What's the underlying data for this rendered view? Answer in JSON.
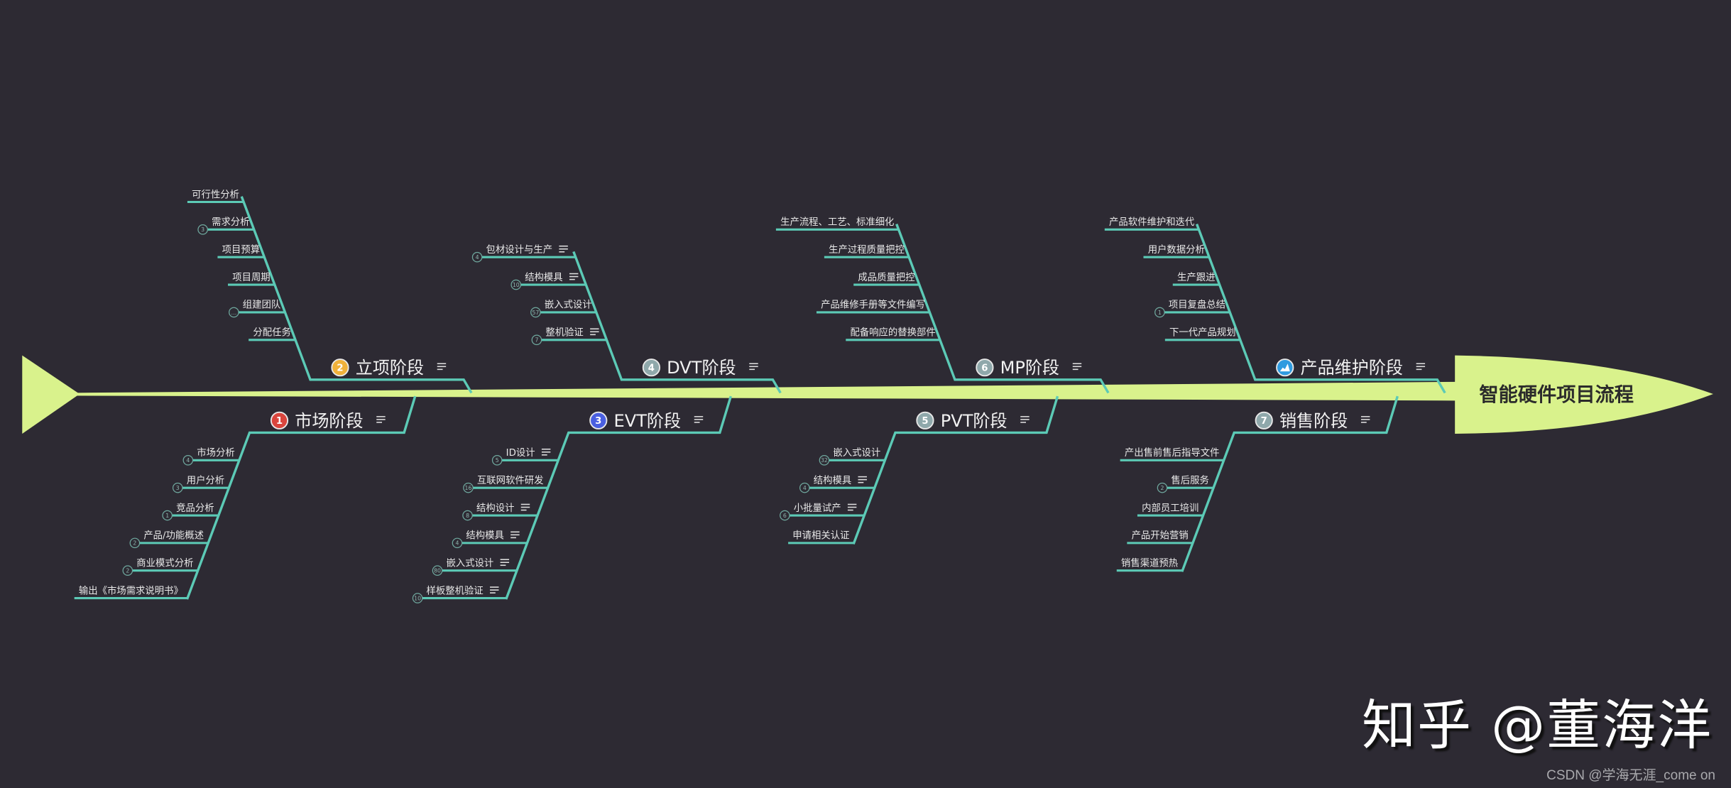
{
  "title": "智能硬件项目流程",
  "colors": {
    "background": "#2d2a33",
    "bone": "#5ccab6",
    "spine": "#d9f28c",
    "text": "#e8e8e8"
  },
  "branches": [
    {
      "side": "top",
      "title": "立项阶段",
      "badge": "2",
      "badge_color": "#f0b13a",
      "items": [
        {
          "label": "可行性分析"
        },
        {
          "label": "需求分析",
          "count": "3"
        },
        {
          "label": "项目预算"
        },
        {
          "label": "项目周期"
        },
        {
          "label": "组建团队",
          "count": "…"
        },
        {
          "label": "分配任务"
        }
      ]
    },
    {
      "side": "top",
      "title": "DVT阶段",
      "badge": "4",
      "badge_color": "#8fa8ab",
      "items": [
        {
          "label": "包材设计与生产",
          "count": "4",
          "note": true
        },
        {
          "label": "结构模具",
          "count": "10",
          "note": true
        },
        {
          "label": "嵌入式设计",
          "count": "57"
        },
        {
          "label": "整机验证",
          "count": "7",
          "note": true
        }
      ]
    },
    {
      "side": "top",
      "title": "MP阶段",
      "badge": "6",
      "badge_color": "#8fa8ab",
      "items": [
        {
          "label": "生产流程、工艺、标准细化"
        },
        {
          "label": "生产过程质量把控"
        },
        {
          "label": "成品质量把控"
        },
        {
          "label": "产品维修手册等文件编写"
        },
        {
          "label": "配备响应的替换部件"
        }
      ]
    },
    {
      "side": "top",
      "title": "产品维护阶段",
      "badge": "chart-icon",
      "badge_color": "#2f9be0",
      "items": [
        {
          "label": "产品软件维护和迭代"
        },
        {
          "label": "用户数据分析"
        },
        {
          "label": "生产跟进"
        },
        {
          "label": "项目复盘总结",
          "count": "1"
        },
        {
          "label": "下一代产品规划"
        }
      ]
    },
    {
      "side": "bottom",
      "title": "市场阶段",
      "badge": "1",
      "badge_color": "#d9453d",
      "items": [
        {
          "label": "市场分析",
          "count": "4"
        },
        {
          "label": "用户分析",
          "count": "3"
        },
        {
          "label": "竞品分析",
          "count": "1"
        },
        {
          "label": "产品/功能概述",
          "count": "2"
        },
        {
          "label": "商业模式分析",
          "count": "2"
        },
        {
          "label": "输出《市场需求说明书》"
        }
      ]
    },
    {
      "side": "bottom",
      "title": "EVT阶段",
      "badge": "3",
      "badge_color": "#4a5fe0",
      "items": [
        {
          "label": "ID设计",
          "count": "5",
          "note": true
        },
        {
          "label": "互联网软件研发",
          "count": "16"
        },
        {
          "label": "结构设计",
          "count": "8",
          "note": true
        },
        {
          "label": "结构模具",
          "count": "4",
          "note": true
        },
        {
          "label": "嵌入式设计",
          "count": "80",
          "note": true
        },
        {
          "label": "样板整机验证",
          "count": "10",
          "note": true
        }
      ]
    },
    {
      "side": "bottom",
      "title": "PVT阶段",
      "badge": "5",
      "badge_color": "#8fa8ab",
      "items": [
        {
          "label": "嵌入式设计",
          "count": "32"
        },
        {
          "label": "结构模具",
          "count": "4",
          "note": true
        },
        {
          "label": "小批量试产",
          "count": "6",
          "note": true
        },
        {
          "label": "申请相关认证"
        }
      ]
    },
    {
      "side": "bottom",
      "title": "销售阶段",
      "badge": "7",
      "badge_color": "#8fa8ab",
      "items": [
        {
          "label": "产出售前售后指导文件"
        },
        {
          "label": "售后服务",
          "count": "2"
        },
        {
          "label": "内部员工培训"
        },
        {
          "label": "产品开始营销"
        },
        {
          "label": "销售渠道预热"
        }
      ]
    }
  ],
  "watermark": "知乎 @董海洋",
  "credit": "CSDN @学海无涯_come on"
}
